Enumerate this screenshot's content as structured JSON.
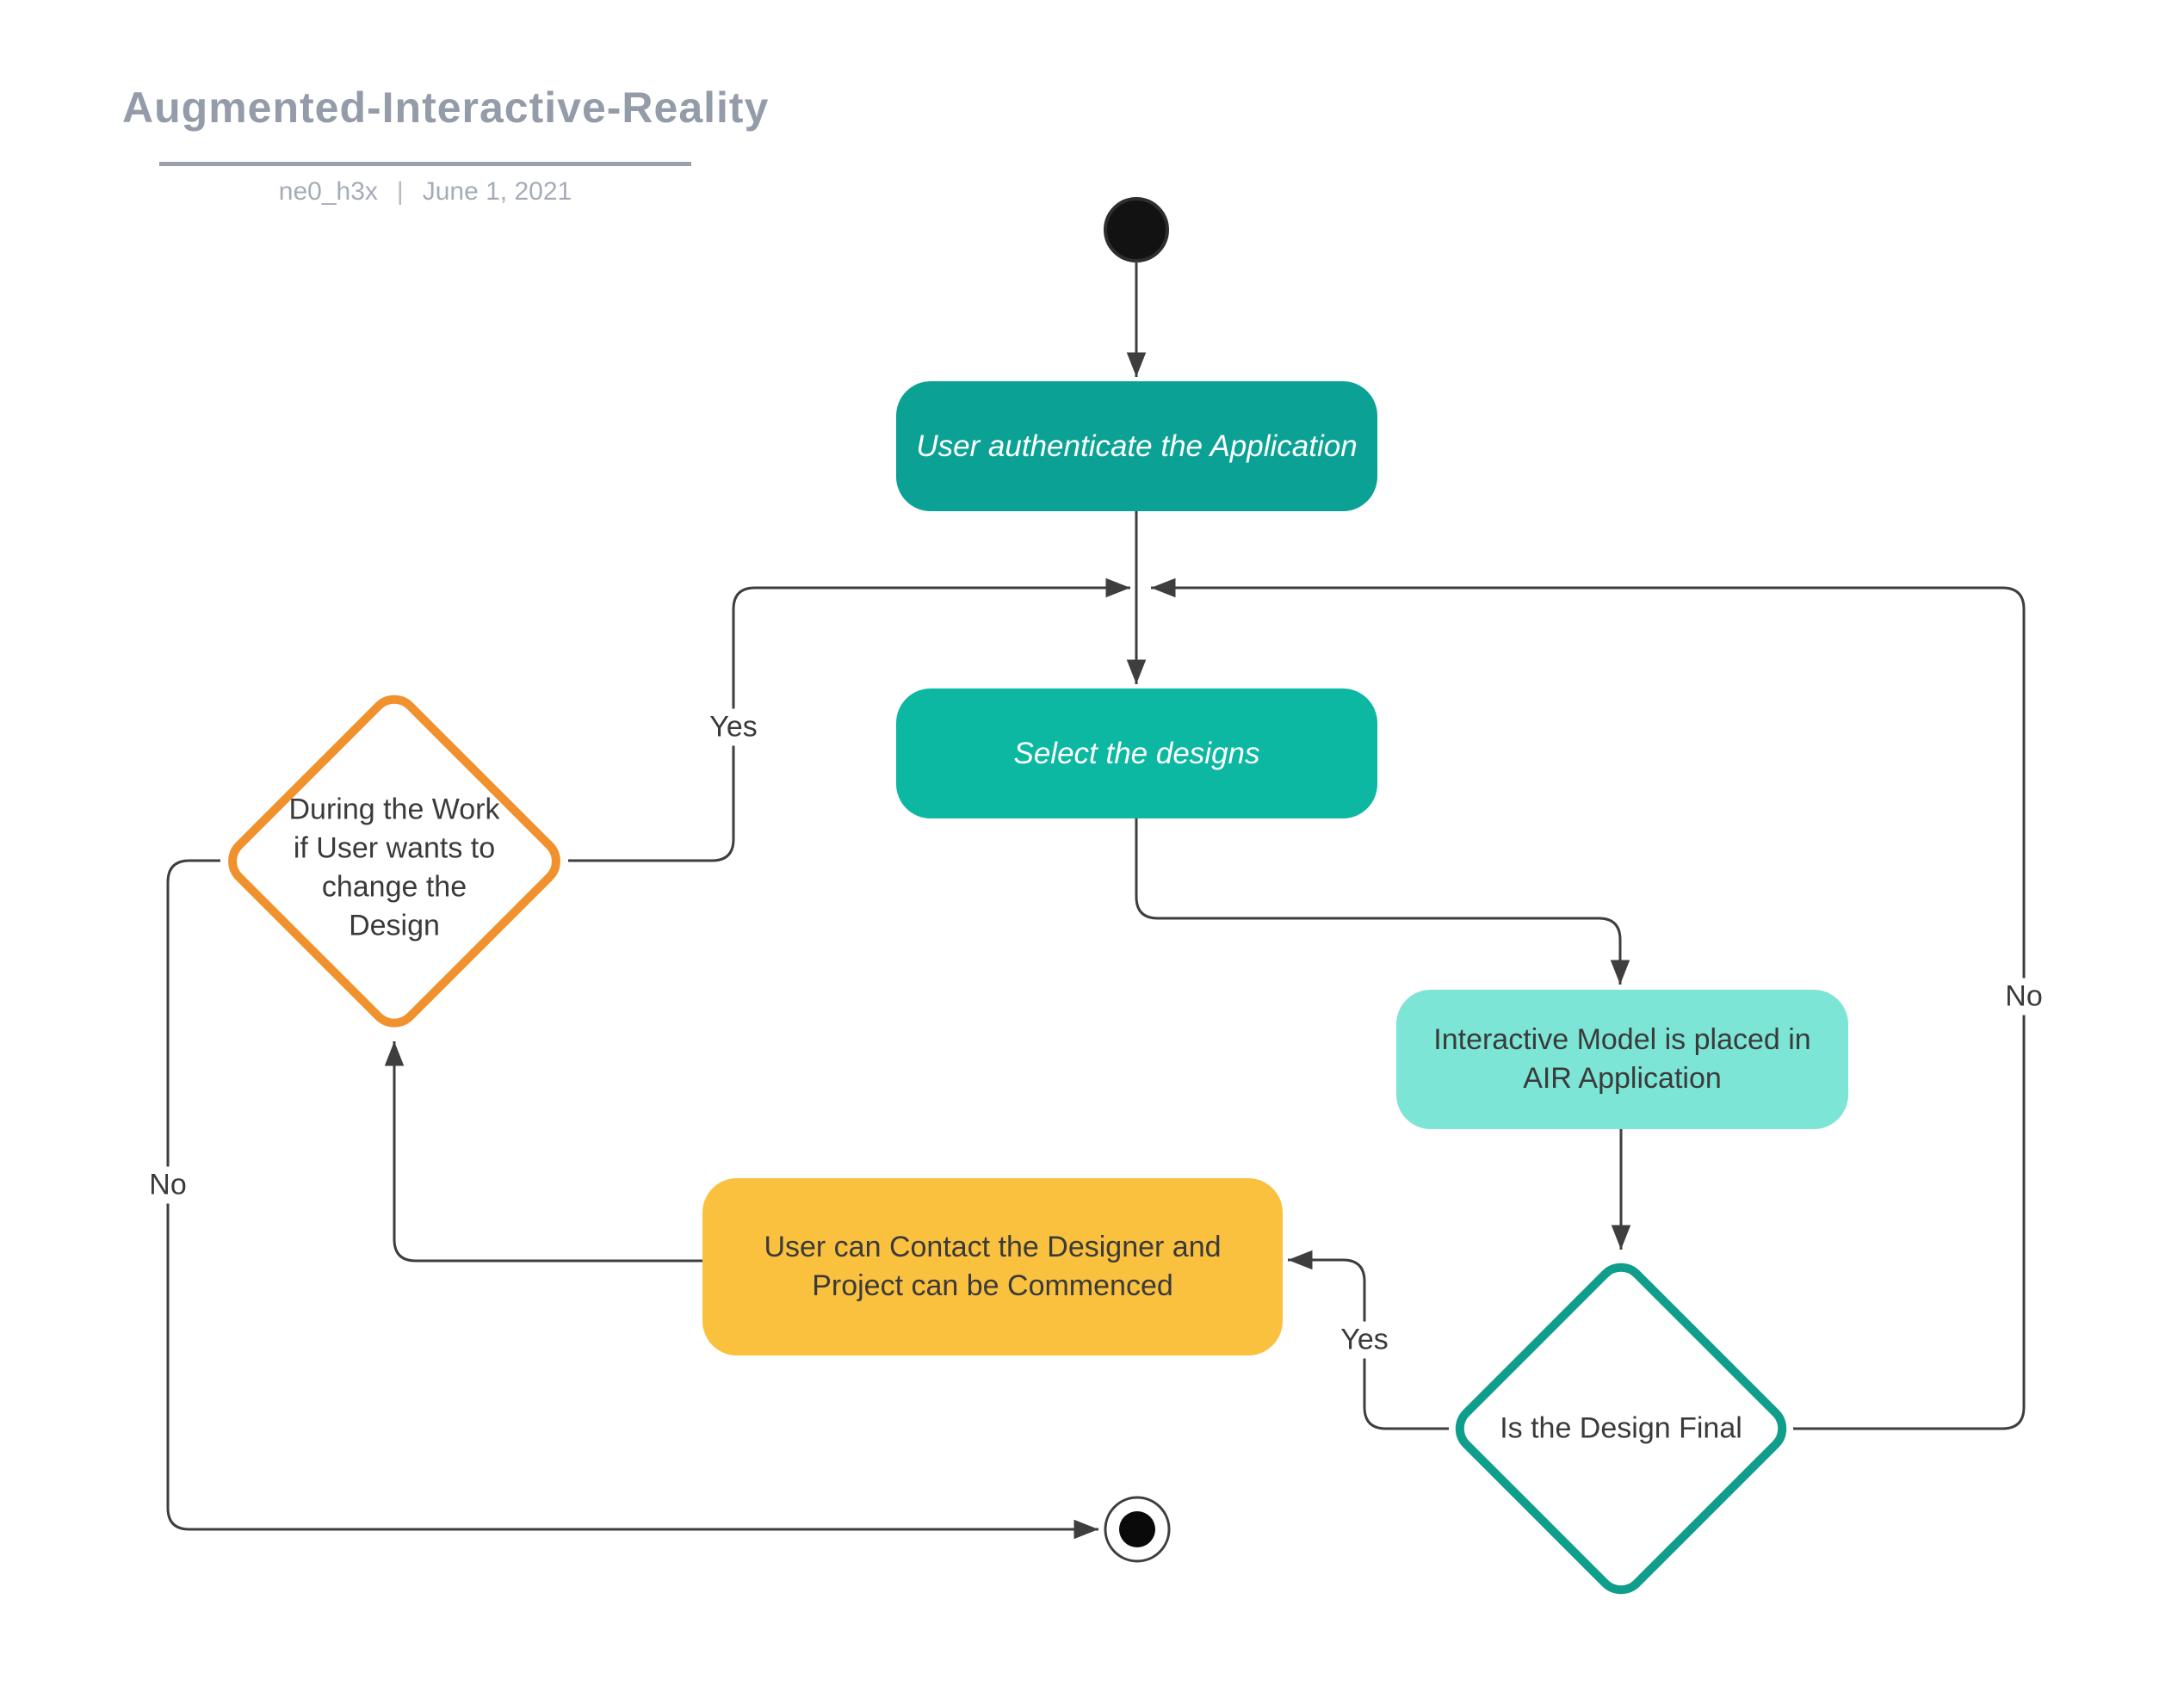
{
  "header": {
    "title": "Augmented-Interactive-Reality",
    "author": "ne0_h3x",
    "divider": "|",
    "date": "June 1, 2021"
  },
  "nodes": {
    "start": {
      "type": "initial-state"
    },
    "authenticate": {
      "label": "User authenticate the Application",
      "fill": "#0BA295",
      "text_color": "#FFFFFF"
    },
    "select_designs": {
      "label": "Select the designs",
      "fill": "#0CB8A2",
      "text_color": "#FFFFFF"
    },
    "interactive_model": {
      "label": "Interactive Model is placed in\nAIR Application",
      "fill": "#7CE5D6",
      "text_color": "#3A3A3A"
    },
    "design_final": {
      "label": "Is the Design Final",
      "stroke": "#0F9E8B",
      "fill": "#FFFFFF"
    },
    "contact_designer": {
      "label": "User can Contact the Designer and\nProject can be Commenced",
      "fill": "#F9C13E",
      "text_color": "#3A3A3A"
    },
    "change_design": {
      "label": "During the Work\nif User wants to\nchange the\nDesign",
      "stroke": "#F0912D",
      "fill": "#FFFFFF"
    },
    "end": {
      "type": "final-state"
    }
  },
  "edge_labels": {
    "yes_to_select": "Yes",
    "no_to_end": "No",
    "yes_to_contact": "Yes",
    "no_to_reselect": "No"
  },
  "style": {
    "wire_color": "#3E3E3E",
    "title_color": "#939CA8",
    "subtitle_color": "#A5ACB8"
  }
}
